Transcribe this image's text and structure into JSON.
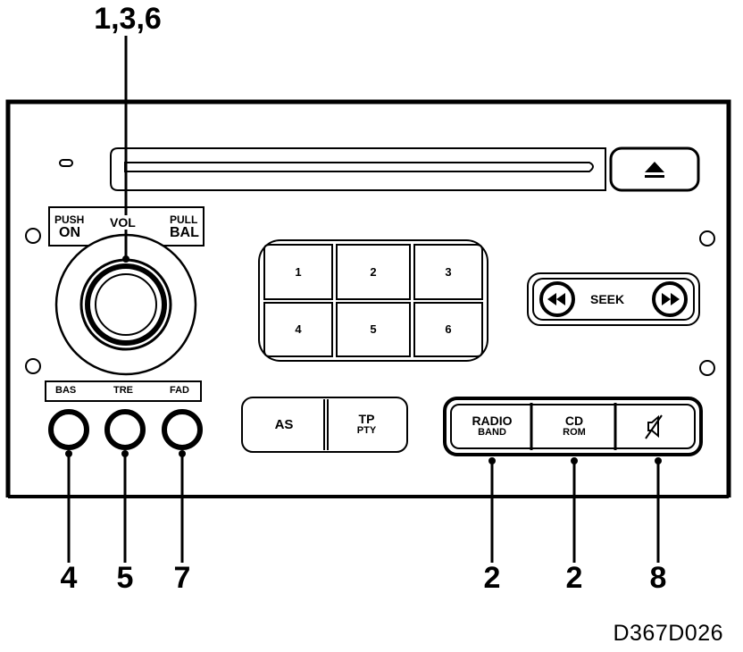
{
  "callouts": {
    "top": "1,3,6",
    "bas": "4",
    "tre": "5",
    "fad": "7",
    "radio": "2",
    "cd": "2",
    "mute": "8"
  },
  "figure_id": "D367D026",
  "vol_panel": {
    "push": "PUSH",
    "on": "ON",
    "vol": "VOL",
    "pull": "PULL",
    "bal": "BAL"
  },
  "tone_labels": {
    "bas": "BAS",
    "tre": "TRE",
    "fad": "FAD"
  },
  "presets": [
    "1",
    "2",
    "3",
    "4",
    "5",
    "6"
  ],
  "seek": {
    "label": "SEEK"
  },
  "as_button": "AS",
  "tp_button": {
    "top": "TP",
    "bottom": "PTY"
  },
  "radio_button": {
    "top": "RADIO",
    "bottom": "BAND"
  },
  "cd_button": {
    "top": "CD",
    "bottom": "ROM"
  },
  "icons": {
    "eject": "eject-icon",
    "seek_back": "rewind-icon",
    "seek_fwd": "fast-forward-icon",
    "mute": "mute-icon"
  }
}
